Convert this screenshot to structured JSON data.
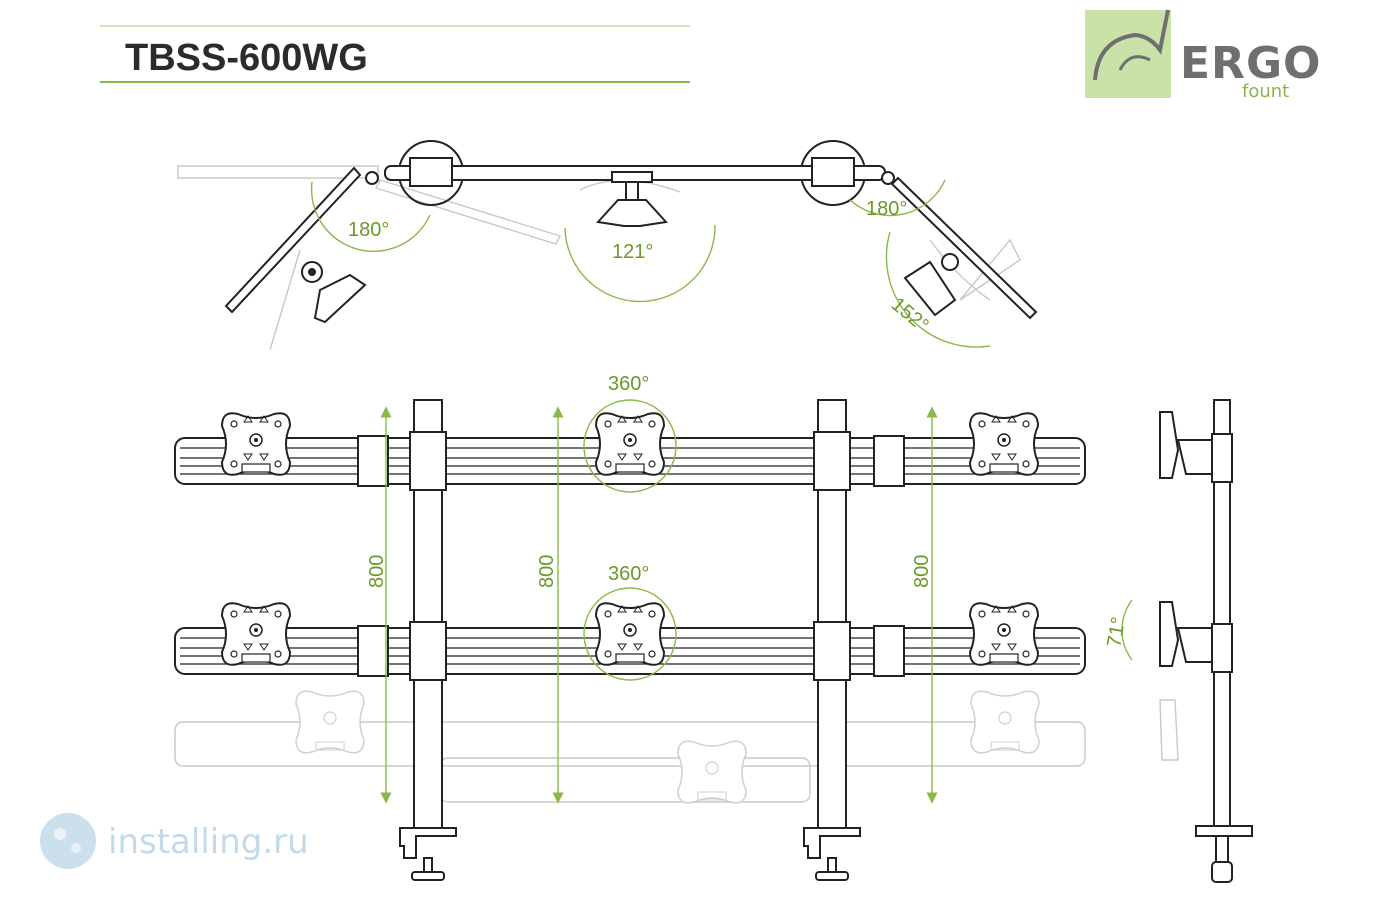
{
  "header": {
    "model": "TBSS-600WG"
  },
  "logo": {
    "word": "ERGO",
    "sub": "fount",
    "color": "#8bb34a"
  },
  "watermark": {
    "text": "installing.ru",
    "color": "#bcd6e8"
  },
  "top_view": {
    "angles": [
      {
        "id": "left-arm-angle",
        "label": "180°"
      },
      {
        "id": "center-tilt-angle",
        "label": "121°"
      },
      {
        "id": "right-arm-angle",
        "label": "180°"
      },
      {
        "id": "right-pan-angle",
        "label": "152°"
      }
    ]
  },
  "front_view": {
    "rotations": [
      {
        "label": "360°"
      },
      {
        "label": "360°"
      }
    ],
    "heights": [
      {
        "label": "800"
      },
      {
        "label": "800"
      },
      {
        "label": "800"
      }
    ]
  },
  "side_view": {
    "tilt_label": "71°"
  },
  "colors": {
    "accent": "#8ab84a",
    "line": "#222222",
    "ghost": "#c8c8c8"
  }
}
